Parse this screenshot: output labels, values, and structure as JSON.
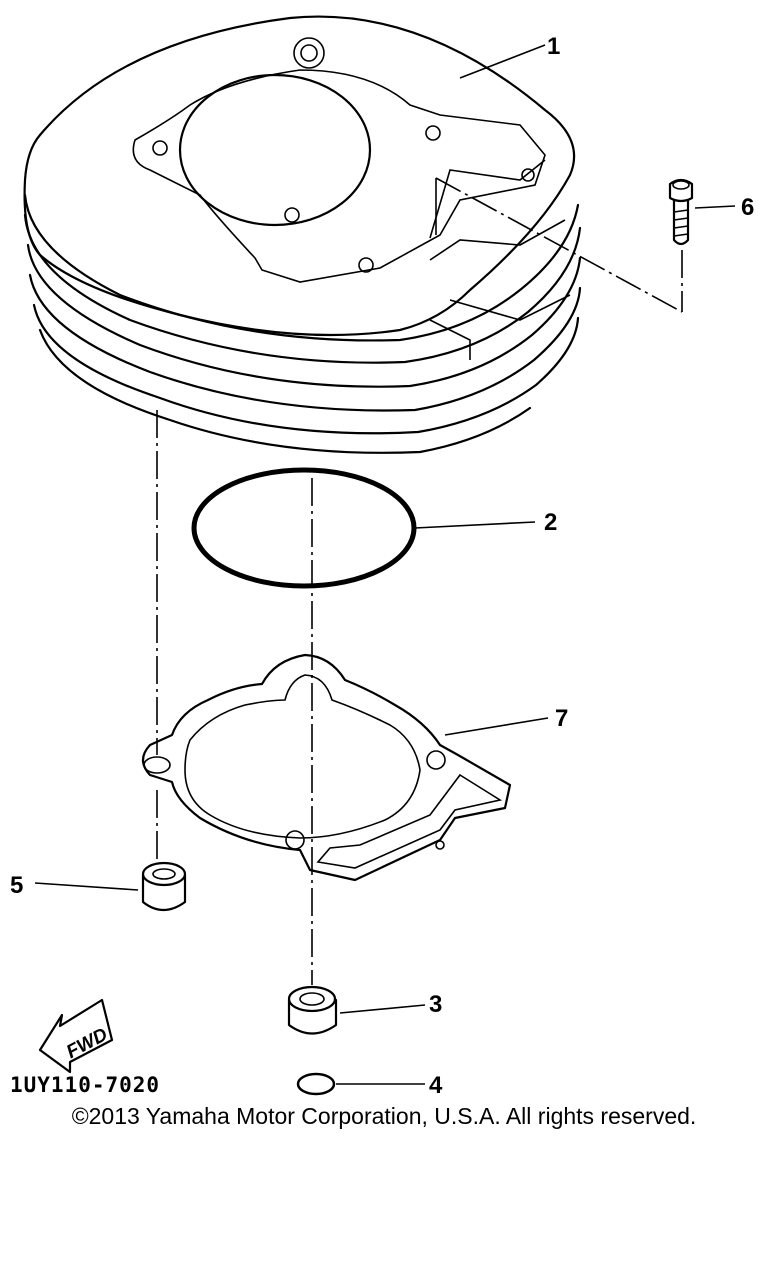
{
  "diagram": {
    "callouts": [
      {
        "id": "callout-1",
        "label": "1"
      },
      {
        "id": "callout-2",
        "label": "2"
      },
      {
        "id": "callout-3",
        "label": "3"
      },
      {
        "id": "callout-4",
        "label": "4"
      },
      {
        "id": "callout-5",
        "label": "5"
      },
      {
        "id": "callout-6",
        "label": "6"
      },
      {
        "id": "callout-7",
        "label": "7"
      }
    ],
    "fwd_label": "FWD",
    "part_code": "1UY110-7020"
  },
  "footer": {
    "copyright": "©2013 Yamaha Motor Corporation, U.S.A. All rights reserved."
  }
}
